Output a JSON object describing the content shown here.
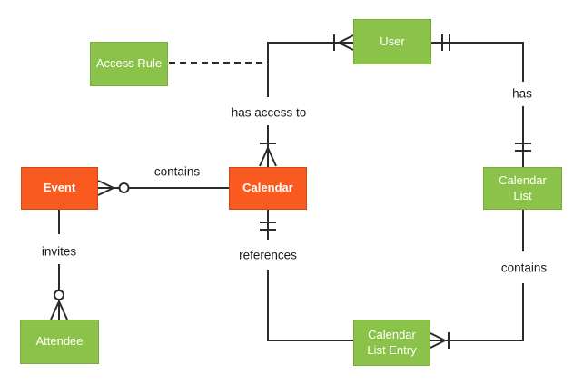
{
  "diagram_type": "entity-relationship-diagram",
  "colors": {
    "entity_orange": "#F85A20",
    "entity_green": "#8BC34A",
    "line": "#2b2b2b",
    "label_text": "#1a1a1a",
    "entity_text": "#ffffff",
    "background": "#ffffff"
  },
  "entities": {
    "access_rule": {
      "label": "Access Rule",
      "style": "green"
    },
    "user": {
      "label": "User",
      "style": "green"
    },
    "event": {
      "label": "Event",
      "style": "orange"
    },
    "calendar": {
      "label": "Calendar",
      "style": "orange"
    },
    "calendar_list": {
      "label": "Calendar List",
      "style": "green"
    },
    "attendee": {
      "label": "Attendee",
      "style": "green"
    },
    "calendar_list_entry": {
      "label": "Calendar List Entry",
      "style": "green"
    }
  },
  "relationships": {
    "event_calendar": {
      "label": "contains",
      "from_entity": "Event",
      "to_entity": "Calendar",
      "from_cardinality": "zero-or-many (crow-foot + circle)",
      "to_cardinality": "none"
    },
    "calendar_user": {
      "label": "has access to",
      "from_entity": "Calendar",
      "to_entity": "User",
      "from_cardinality": "one-or-many (bar + crow-foot)",
      "to_cardinality": "one-or-many (bar + crow-foot)"
    },
    "user_calendar_list": {
      "label": "has",
      "from_entity": "User",
      "to_entity": "Calendar List",
      "from_cardinality": "exactly-one (double bar)",
      "to_cardinality": "exactly-one (double bar)"
    },
    "calendar_list_contains": {
      "label": "contains",
      "from_entity": "Calendar List",
      "to_entity": "Calendar List Entry",
      "from_cardinality": "none",
      "to_cardinality": "one-or-many (crow-foot + bar)"
    },
    "calendar_references": {
      "label": "references",
      "from_entity": "Calendar",
      "to_entity": "Calendar List Entry",
      "from_cardinality": "exactly-one (double bar)",
      "to_cardinality": "none"
    },
    "event_attendee": {
      "label": "invites",
      "from_entity": "Event",
      "to_entity": "Attendee",
      "from_cardinality": "none",
      "to_cardinality": "zero-or-many (circle + crow-foot)"
    },
    "access_rule_attachment": {
      "label": "",
      "from_entity": "Access Rule",
      "to_entity": "has access to (relationship line)",
      "line_style": "dashed"
    }
  }
}
